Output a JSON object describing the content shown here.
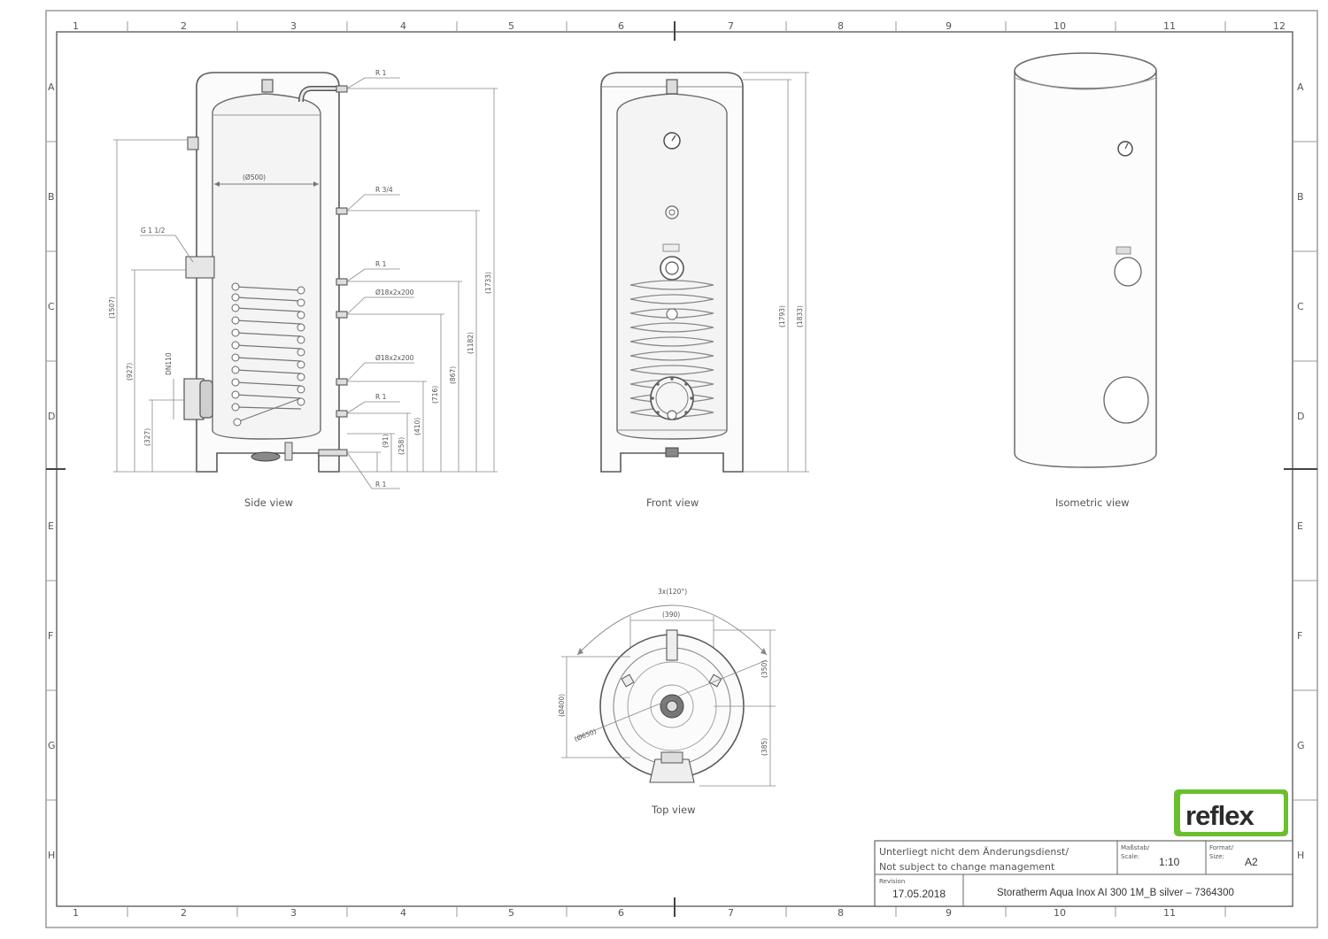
{
  "grid": {
    "columns": [
      "1",
      "2",
      "3",
      "4",
      "5",
      "6",
      "7",
      "8",
      "9",
      "10",
      "11",
      "12"
    ],
    "rows": [
      "A",
      "B",
      "C",
      "D",
      "E",
      "F",
      "G",
      "H"
    ]
  },
  "views": {
    "side": "Side view",
    "front": "Front view",
    "isometric": "Isometric view",
    "top": "Top view"
  },
  "dimensions": {
    "side_dia": "(Ø500)",
    "h1507": "(1507)",
    "h927": "(927)",
    "h327": "(327)",
    "dn110": "DN110",
    "h1733": "(1733)",
    "h1182": "(1182)",
    "h867": "(867)",
    "h716": "(716)",
    "h410": "(410)",
    "h258": "(258)",
    "h91": "(91)",
    "front_h1793": "(1793)",
    "front_h1833": "(1833)",
    "top_angle": "3x(120°)",
    "top_390": "(390)",
    "top_350": "(350)",
    "top_400": "(Ø400)",
    "top_650": "(Ø650)",
    "top_385": "(385)"
  },
  "connections": {
    "r1_top": "R 1",
    "r34": "R 3/4",
    "g112": "G 1 1/2",
    "r1_mid": "R 1",
    "coil1": "Ø18x2x200",
    "coil2": "Ø18x2x200",
    "r1_low": "R 1",
    "r1_bottom": "R 1"
  },
  "logo": {
    "text": "reflex",
    "color": "#6abf2e"
  },
  "title_block": {
    "notice_de": "Unterliegt nicht dem Änderungsdienst/",
    "notice_en": "Not subject to change management",
    "scale_label_de": "Maßstab/",
    "scale_label_en": "Scale:",
    "scale": "1:10",
    "format_label_de": "Format/",
    "format_label_en": "Size:",
    "format": "A2",
    "revision_label": "Revision",
    "revision_date": "17.05.2018",
    "title": "Storatherm Aqua Inox AI 300 1M_B silver – 7364300"
  }
}
